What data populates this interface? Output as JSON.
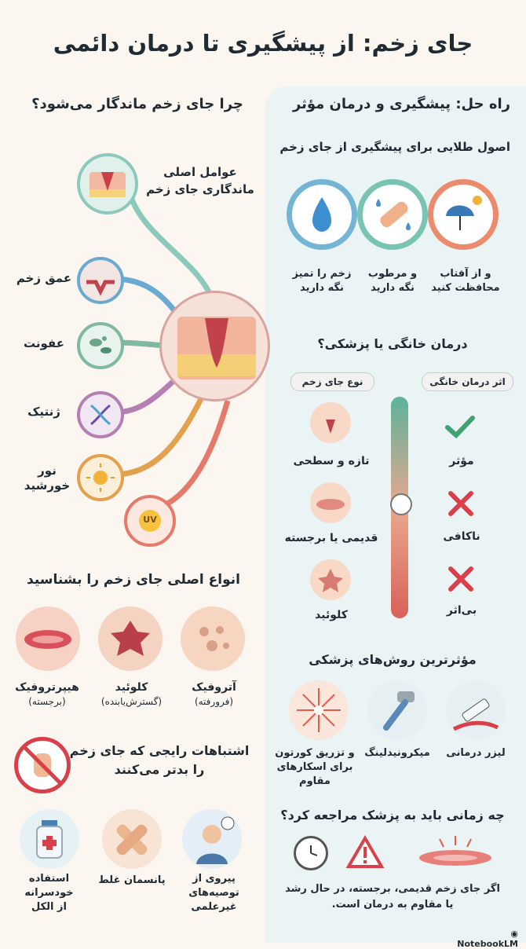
{
  "title": "جای زخم: از پیشگیری تا درمان دائمی",
  "left": {
    "why_heading": "چرا جای زخم ماندگار می‌شود؟",
    "main_factors": "عوامل اصلی ماندگاری جای زخم",
    "factors": [
      "عمق زخم",
      "عفونت",
      "ژنتیک",
      "نور خورشید"
    ],
    "uv_label": "UV",
    "types_heading": "انواع اصلی جای زخم را بشناسید",
    "types": [
      {
        "name": "آتروفیک",
        "sub": "(فرورفته)"
      },
      {
        "name": "کلوئید",
        "sub": "(گسترش‌یابنده)"
      },
      {
        "name": "هیپرتروفیک",
        "sub": "(برجسته)"
      }
    ],
    "mistakes_heading_1": "اشتباهات رایجی که جای زخم",
    "mistakes_heading_2": "را بدتر می‌کنند",
    "mistakes": [
      {
        "l1": "پیروی از",
        "l2": "توصیه‌های",
        "l3": "غیرعلمی"
      },
      {
        "l1": "پانسمان غلط",
        "l2": "",
        "l3": ""
      },
      {
        "l1": "استفاده",
        "l2": "خودسرانه",
        "l3": "از الکل"
      }
    ]
  },
  "right": {
    "solution_heading": "راه حل: پیشگیری و درمان مؤثر",
    "golden_heading": "اصول طلایی برای پیشگیری از جای زخم",
    "golden": [
      {
        "l1": "و از آفتاب",
        "l2": "محافظت کنید"
      },
      {
        "l1": "و مرطوب",
        "l2": "نگه دارید"
      },
      {
        "l1": "زخم را تمیز",
        "l2": "نگه دارید"
      }
    ],
    "home_heading": "درمان خانگی یا پزشکی؟",
    "col_effect": "اثر درمان خانگی",
    "col_type": "نوع جای زخم",
    "rows": [
      {
        "effect": "مؤثر",
        "type": "تازه و سطحی"
      },
      {
        "effect": "ناکافی",
        "type": "قدیمی یا برجسته"
      },
      {
        "effect": "بی‌اثر",
        "type": "کلوئید"
      }
    ],
    "medical_heading": "مؤثرترین روش‌های پزشکی",
    "medical": [
      {
        "l1": "لیزر درمانی",
        "l2": "",
        "l3": ""
      },
      {
        "l1": "میکرونیدلینگ",
        "l2": "",
        "l3": ""
      },
      {
        "l1": "و تزریق کورتون",
        "l2": "برای اسکارهای",
        "l3": "مقاوم"
      }
    ],
    "doctor_heading": "چه زمانی باید به پزشک مراجعه کرد؟",
    "doctor_text_1": "اگر جای زخم قدیمی، برجسته، در حال رشد",
    "doctor_text_2": "یا مقاوم به درمان است."
  },
  "footer": {
    "brand": "NotebookLM"
  }
}
